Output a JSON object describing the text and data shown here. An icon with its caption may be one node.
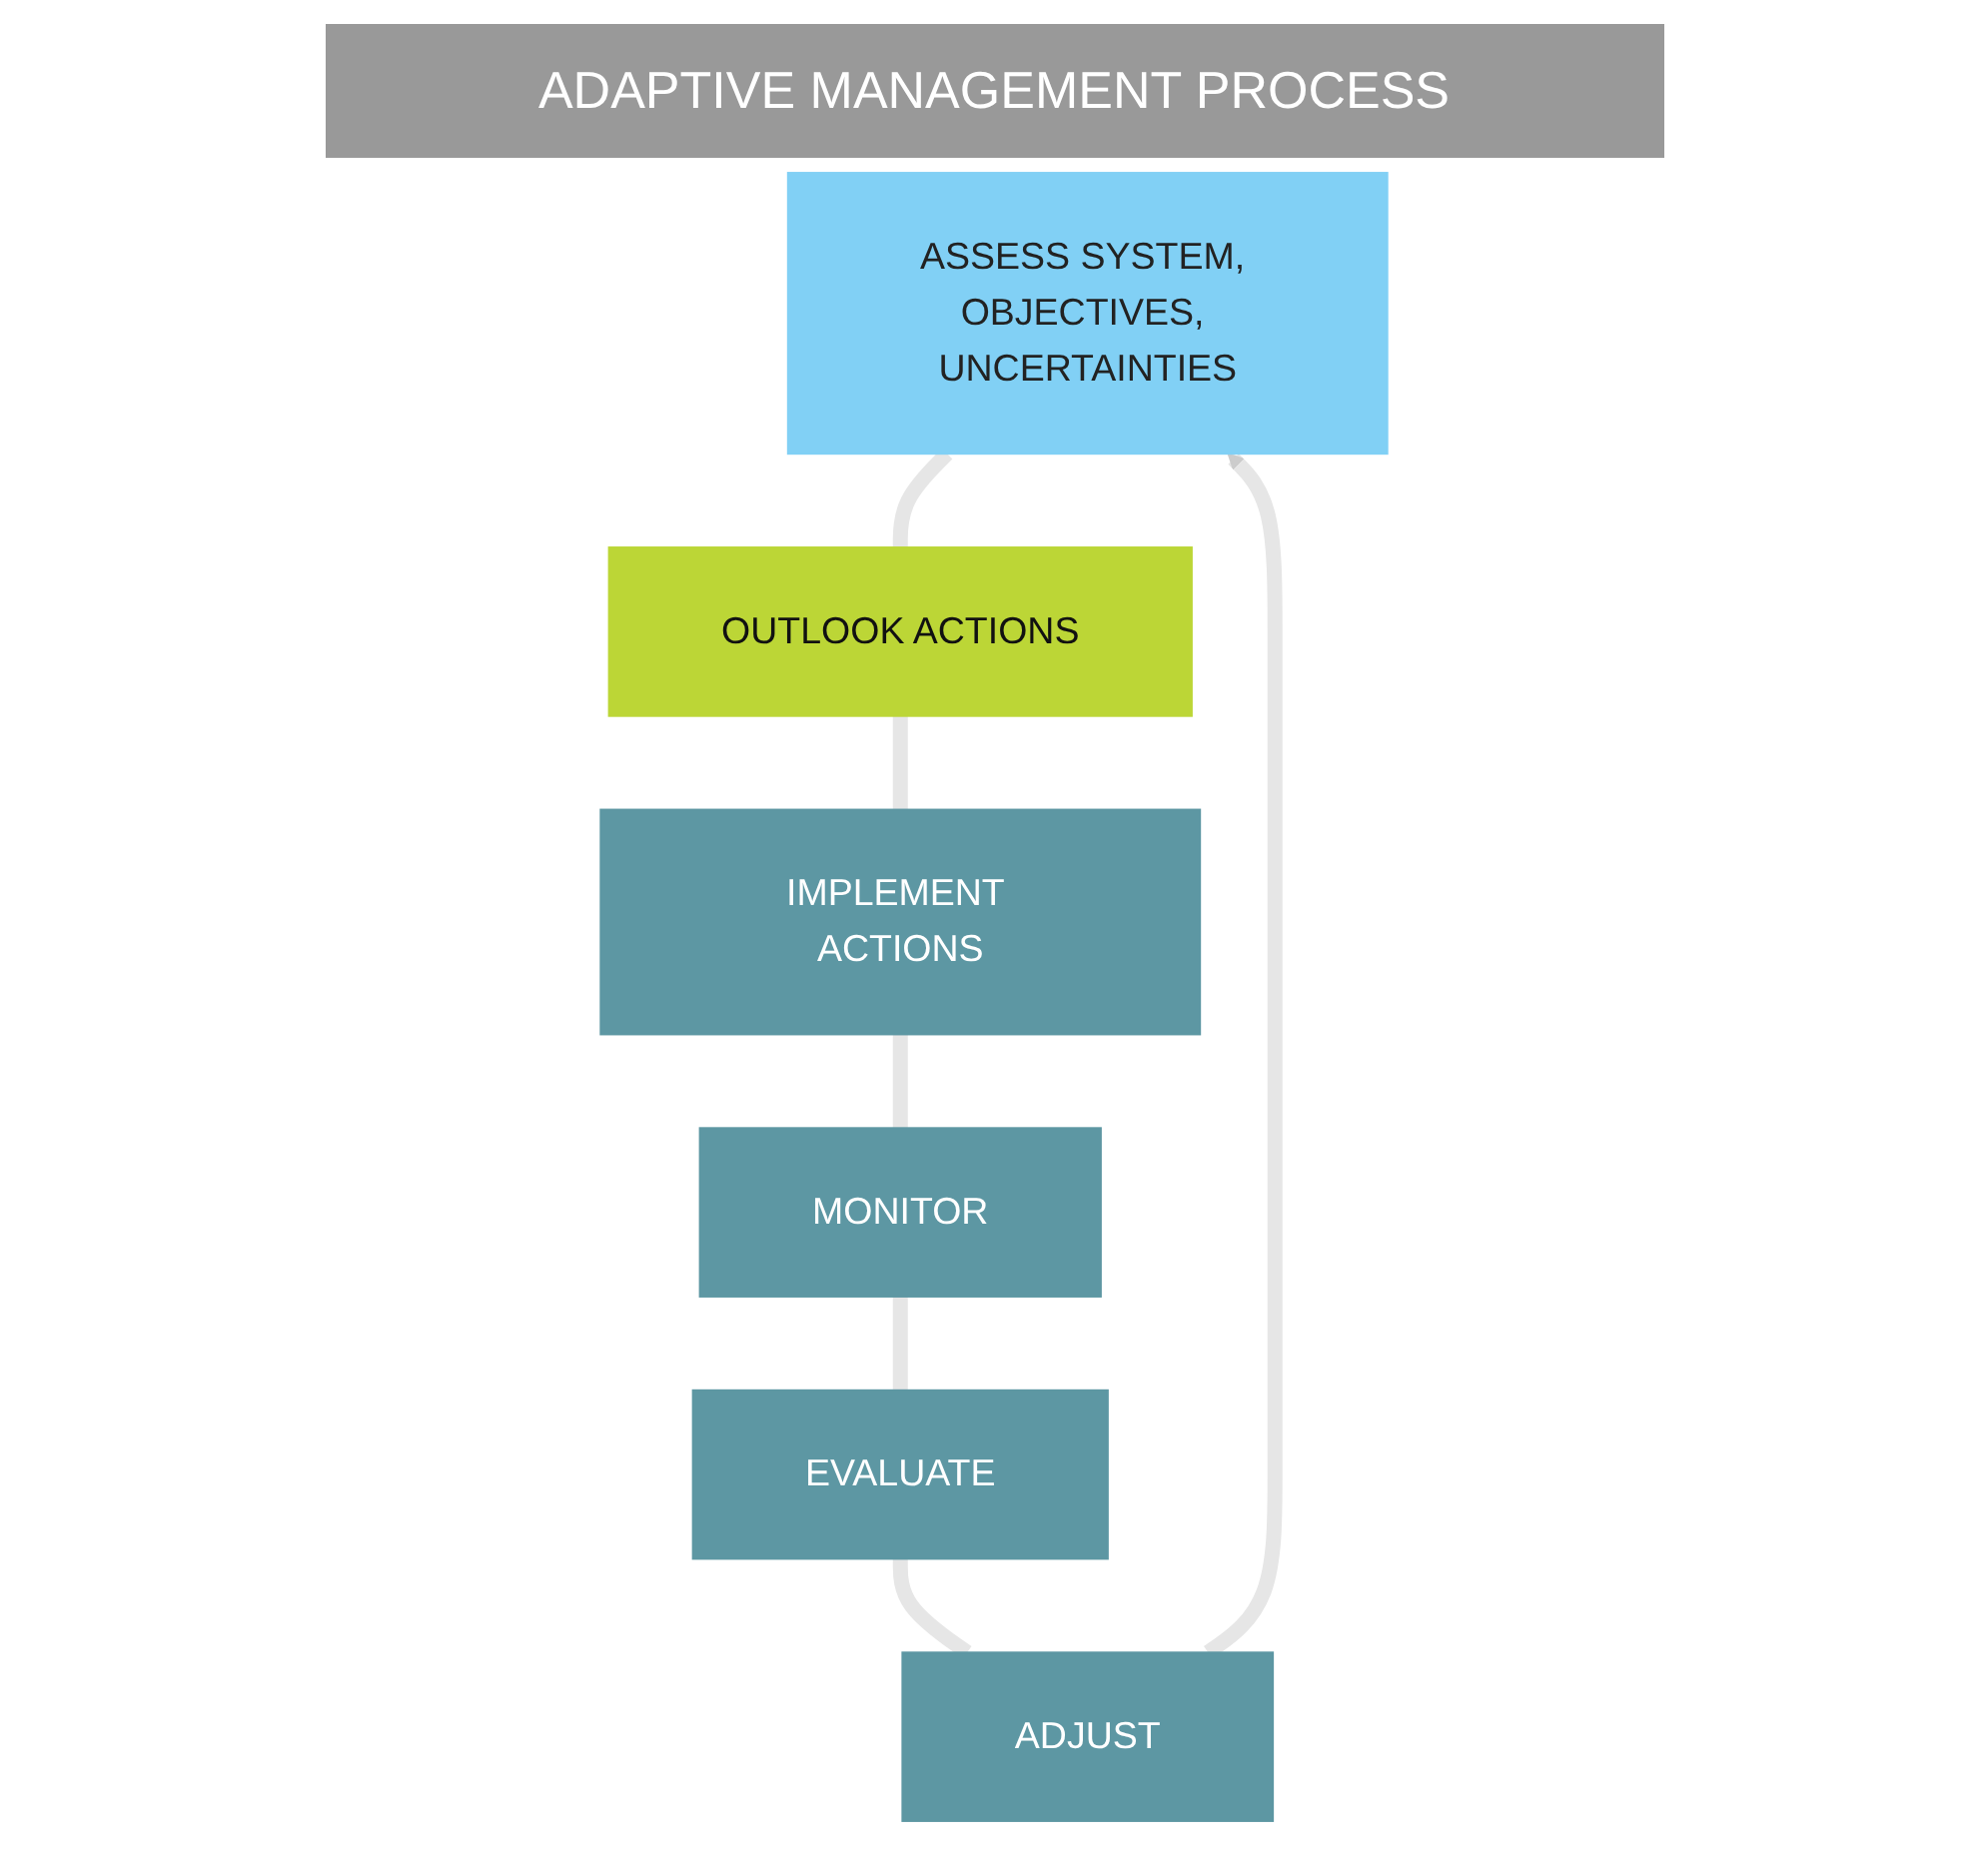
{
  "diagram": {
    "title": "ADAPTIVE MANAGEMENT PROCESS",
    "nodes": [
      {
        "text": [
          "ASSESS SYSTEM, OBJECTIVES, UNCERTAINTIES"
        ]
      },
      {
        "text": [
          "OUTLOOK ACTIONS"
        ]
      },
      {
        "text": [
          "IMPLEMENT ACTIONS"
        ]
      },
      {
        "text": [
          "MONITOR"
        ]
      },
      {
        "text": [
          "EVALUATE"
        ]
      },
      {
        "text": [
          "ADJUST"
        ]
      }
    ],
    "edges": [
      {
        "from": 0,
        "to": 1,
        "arrow": "none"
      },
      {
        "from": 1,
        "to": 2,
        "arrow": "none"
      },
      {
        "from": 2,
        "to": 3,
        "arrow": "none"
      },
      {
        "from": 3,
        "to": 4,
        "arrow": "none"
      },
      {
        "from": 4,
        "to": 5,
        "arrow": "none"
      },
      {
        "from": 5,
        "to": 0,
        "arrow": "to"
      }
    ]
  }
}
